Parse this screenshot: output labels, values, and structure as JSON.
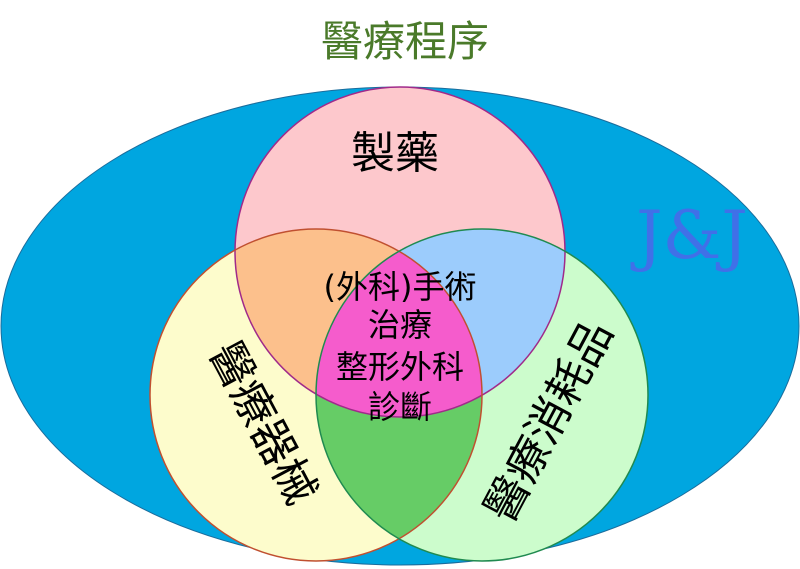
{
  "title": "醫療程序",
  "brand": "J&J",
  "sets": {
    "top": "製藥",
    "left": "醫療器械",
    "right": "醫療消耗品"
  },
  "center_lines": [
    "(外科)手術",
    "治療",
    "整形外科",
    "診斷"
  ],
  "colors": {
    "outer": "#00a6e0",
    "top": "#fdc8cc",
    "left": "#fdfccc",
    "right": "#ccfccc",
    "top_left": "#fcc08c",
    "top_right": "#9cccfc",
    "left_right": "#66cc66",
    "center": "#f55ccc",
    "title": "#4a7a2a",
    "brand": "#4070e8"
  }
}
